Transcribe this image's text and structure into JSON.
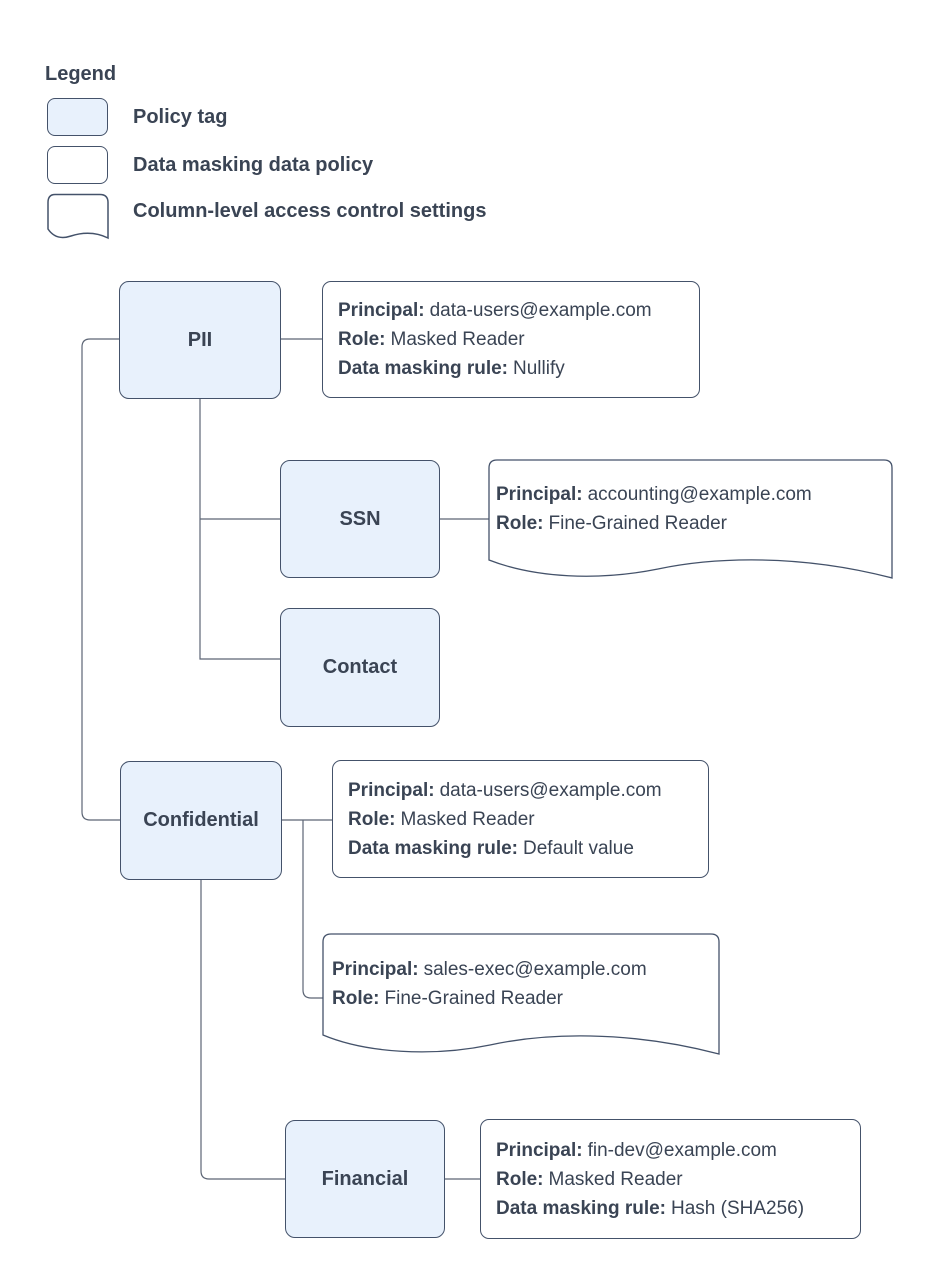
{
  "legend": {
    "title": "Legend",
    "items": [
      {
        "label": "Policy tag"
      },
      {
        "label": "Data masking data policy"
      },
      {
        "label": "Column-level access control settings"
      }
    ]
  },
  "policy_tags": {
    "pii": {
      "label": "PII"
    },
    "ssn": {
      "label": "SSN"
    },
    "contact": {
      "label": "Contact"
    },
    "confidential": {
      "label": "Confidential"
    },
    "financial": {
      "label": "Financial"
    }
  },
  "data_policies": {
    "pii": {
      "principal_label": "Principal:",
      "principal": "data-users@example.com",
      "role_label": "Role:",
      "role": "Masked Reader",
      "rule_label": "Data masking rule:",
      "rule": "Nullify"
    },
    "confidential": {
      "principal_label": "Principal:",
      "principal": "data-users@example.com",
      "role_label": "Role:",
      "role": "Masked Reader",
      "rule_label": "Data masking rule:",
      "rule": "Default value"
    },
    "financial": {
      "principal_label": "Principal:",
      "principal": "fin-dev@example.com",
      "role_label": "Role:",
      "role": "Masked Reader",
      "rule_label": "Data masking rule:",
      "rule": "Hash (SHA256)"
    }
  },
  "access_controls": {
    "ssn": {
      "principal_label": "Principal:",
      "principal": "accounting@example.com",
      "role_label": "Role:",
      "role": "Fine-Grained Reader"
    },
    "confidential": {
      "principal_label": "Principal:",
      "principal": "sales-exec@example.com",
      "role_label": "Role:",
      "role": "Fine-Grained Reader"
    }
  },
  "colors": {
    "policy_tag_fill": "#E8F1FC",
    "shape_border": "#44526A",
    "connector": "#5C6575",
    "text": "#3A4454",
    "background": "#FFFFFF"
  }
}
